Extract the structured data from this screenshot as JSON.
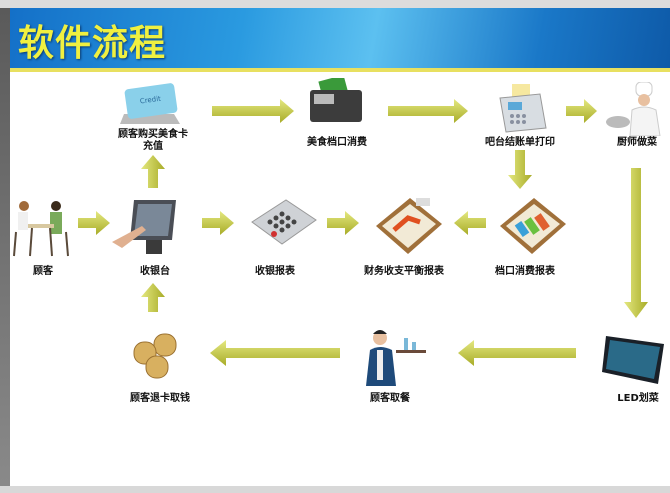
{
  "title": "软件流程",
  "nodes": {
    "card": {
      "line1": "顾客购买美食卡",
      "line2": "充值"
    },
    "stall": "美食档口消费",
    "bar_print": "吧台结账单打印",
    "chef": "厨师做菜",
    "customer": "顾客",
    "cashier": "收银台",
    "cash_report": "收银报表",
    "finance_report": "财务收支平衡报表",
    "stall_report": "档口消费报表",
    "refund": "顾客退卡取钱",
    "pickup": "顾客取餐",
    "led": "LED划菜"
  },
  "colors": {
    "arrow": "#c8cc40",
    "title": "#f0f040",
    "banner": "#1a80d0"
  }
}
